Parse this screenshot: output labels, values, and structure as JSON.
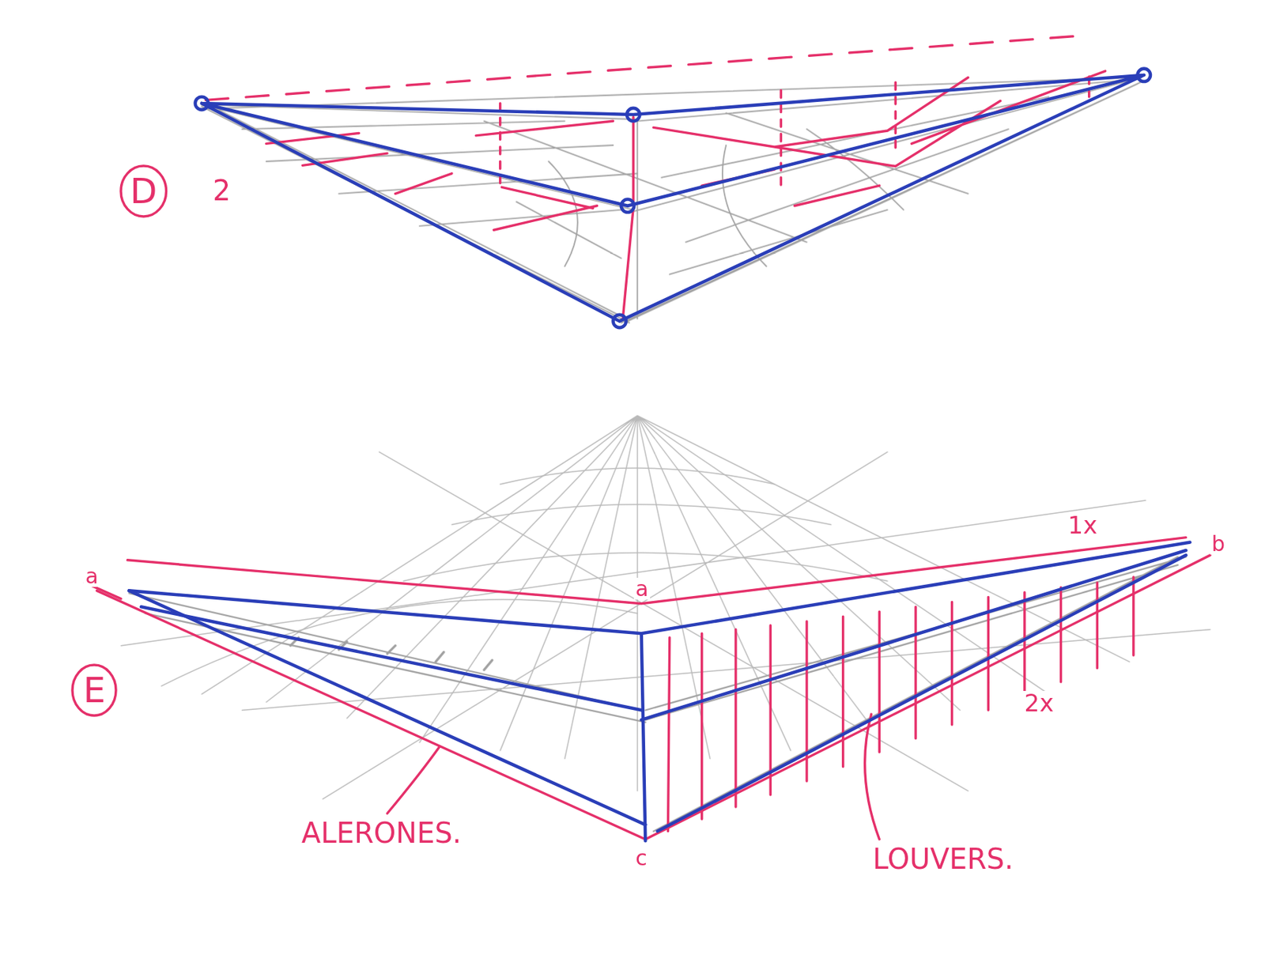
{
  "diagram": {
    "nodes": [
      {
        "text": [
          "D"
        ]
      },
      {
        "text": [
          "E"
        ]
      }
    ],
    "labels": [
      "2",
      "1x",
      "2x",
      "a",
      "a",
      "b",
      "c",
      "ALERONES.",
      "LOUVERS."
    ]
  }
}
